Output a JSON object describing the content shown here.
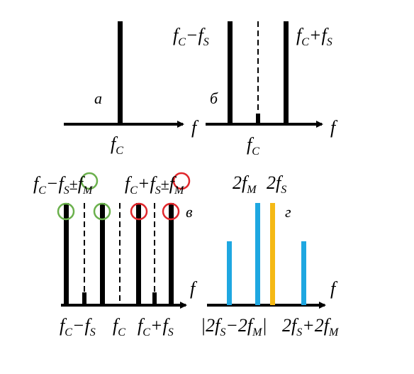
{
  "colors": {
    "line": "#000000",
    "blue": "#1ea7e1",
    "gold": "#f5b915",
    "green_circle": "#6ab04c",
    "red_circle": "#e0262b"
  },
  "panel_a": {
    "letter": "а",
    "axis_label": "f",
    "below_main": "f",
    "below_sub": "C"
  },
  "panel_b": {
    "letter": "б",
    "axis_label": "f",
    "left_label": "f",
    "left_sub1": "C",
    "left_op": "−f",
    "left_sub2": "S",
    "right_label": "f",
    "right_sub1": "C",
    "right_op": "+f",
    "right_sub2": "S",
    "below_main": "f",
    "below_sub": "C"
  },
  "panel_v": {
    "letter": "в",
    "axis_label": "f",
    "top_left_a": "f",
    "top_left_sub1": "C",
    "top_left_op": "−f",
    "top_left_sub2": "S",
    "top_left_pm": "±",
    "top_left_b": "f",
    "top_left_sub3": "M",
    "top_right_a": "f",
    "top_right_sub1": "C",
    "top_right_op": "+f",
    "top_right_sub2": "S",
    "top_right_pm": "±",
    "top_right_b": "f",
    "top_right_sub3": "M",
    "bottom_left_a": "f",
    "bottom_left_sub1": "C",
    "bottom_left_op": "−f",
    "bottom_left_sub2": "S",
    "bottom_mid_a": "f",
    "bottom_mid_sub": "C",
    "bottom_right_a": "f",
    "bottom_right_sub1": "C",
    "bottom_right_op": "+f",
    "bottom_right_sub2": "S"
  },
  "panel_g": {
    "letter": "г",
    "axis_label": "f",
    "top_left_a": "2f",
    "top_left_sub": "M",
    "top_right_a": "2f",
    "top_right_sub": "S",
    "bottom_left_a": "|2f",
    "bottom_left_sub1": "S",
    "bottom_left_op": "−2f",
    "bottom_left_sub2": "M",
    "bottom_left_end": "|",
    "bottom_right_a": "2f",
    "bottom_right_sub1": "S",
    "bottom_right_op": "+2f",
    "bottom_right_sub2": "M"
  }
}
